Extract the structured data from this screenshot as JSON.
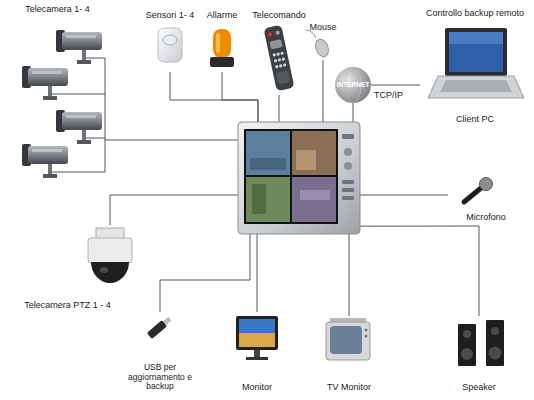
{
  "diagram": {
    "nodes": [
      {
        "text": []
      },
      {
        "text": [
          "Telecamera 1- 4"
        ]
      },
      {
        "text": [
          "Sensori 1- 4"
        ]
      },
      {
        "text": [
          "Allarme"
        ]
      },
      {
        "text": [
          "Telecomando"
        ]
      },
      {
        "text": [
          "Mouse"
        ]
      },
      {
        "text": [
          "INTERNET"
        ]
      },
      {
        "text": [
          "Controllo backup remoto",
          "Client PC"
        ]
      },
      {
        "text": [
          "Microfono"
        ]
      },
      {
        "text": [
          "Telecamera PTZ 1 - 4"
        ]
      },
      {
        "text": [
          "USB per aggiornamento e backup"
        ]
      },
      {
        "text": [
          "Monitor"
        ]
      },
      {
        "text": [
          "TV Monitor"
        ]
      },
      {
        "text": [
          "Speaker"
        ]
      }
    ],
    "edges": [
      {
        "from": 1,
        "to": 0,
        "arrow": "none"
      },
      {
        "from": 2,
        "to": 0,
        "arrow": "none"
      },
      {
        "from": 3,
        "to": 0,
        "arrow": "none"
      },
      {
        "from": 4,
        "to": 0,
        "arrow": "none"
      },
      {
        "from": 5,
        "to": 0,
        "arrow": "none"
      },
      {
        "from": 0,
        "to": 6,
        "arrow": "none"
      },
      {
        "from": 6,
        "to": 7,
        "arrow": "none"
      },
      {
        "from": 0,
        "to": 8,
        "arrow": "none"
      },
      {
        "from": 0,
        "to": 9,
        "arrow": "none"
      },
      {
        "from": 0,
        "to": 10,
        "arrow": "none"
      },
      {
        "from": 0,
        "to": 11,
        "arrow": "none"
      },
      {
        "from": 0,
        "to": 12,
        "arrow": "none"
      },
      {
        "from": 0,
        "to": 13,
        "arrow": "none"
      }
    ],
    "labels": [
      "TCP/IP"
    ]
  }
}
